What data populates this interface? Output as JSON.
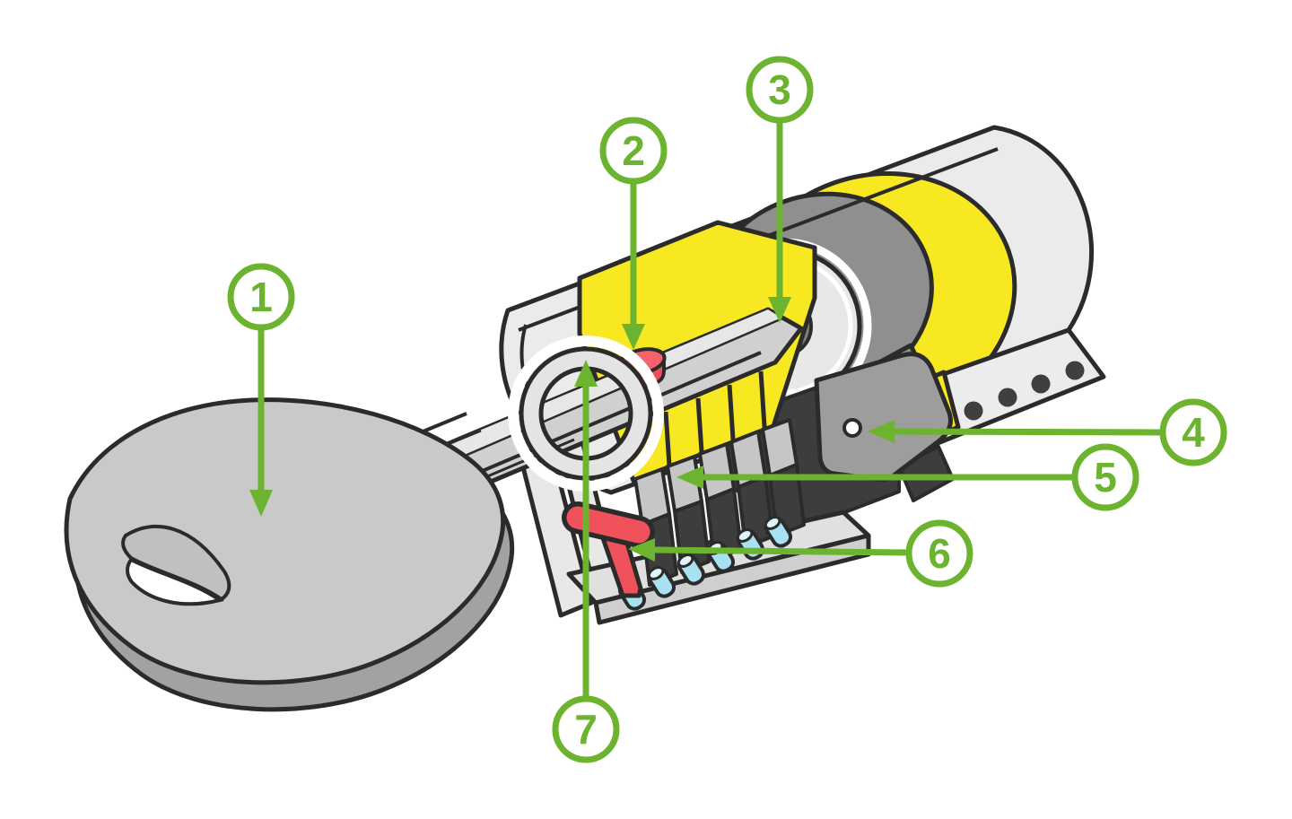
{
  "figure": {
    "type": "technical-cutaway-diagram",
    "subject": "lock-cylinder-with-key",
    "background_color": "#ffffff"
  },
  "colors": {
    "accent_green": "#6cb42f",
    "brass_yellow": "#f8e822",
    "alert_red": "#f0525c",
    "alert_red_light": "#f4636c",
    "spring_cyan": "#a8e2f2",
    "metal_light": "#ebebeb",
    "metal_mid": "#c9c9c9",
    "metal_dark": "#8f8f8f",
    "pin_dark": "#3d3d3d",
    "outline": "#2b2b2b"
  },
  "callouts": [
    {
      "number": "1",
      "target": "key-bow"
    },
    {
      "number": "2",
      "target": "red-top-pin"
    },
    {
      "number": "3",
      "target": "plug-rotor-center"
    },
    {
      "number": "4",
      "target": "cam"
    },
    {
      "number": "5",
      "target": "pin-stack"
    },
    {
      "number": "6",
      "target": "red-bottom-pin"
    },
    {
      "number": "7",
      "target": "plug-face-ring"
    }
  ]
}
